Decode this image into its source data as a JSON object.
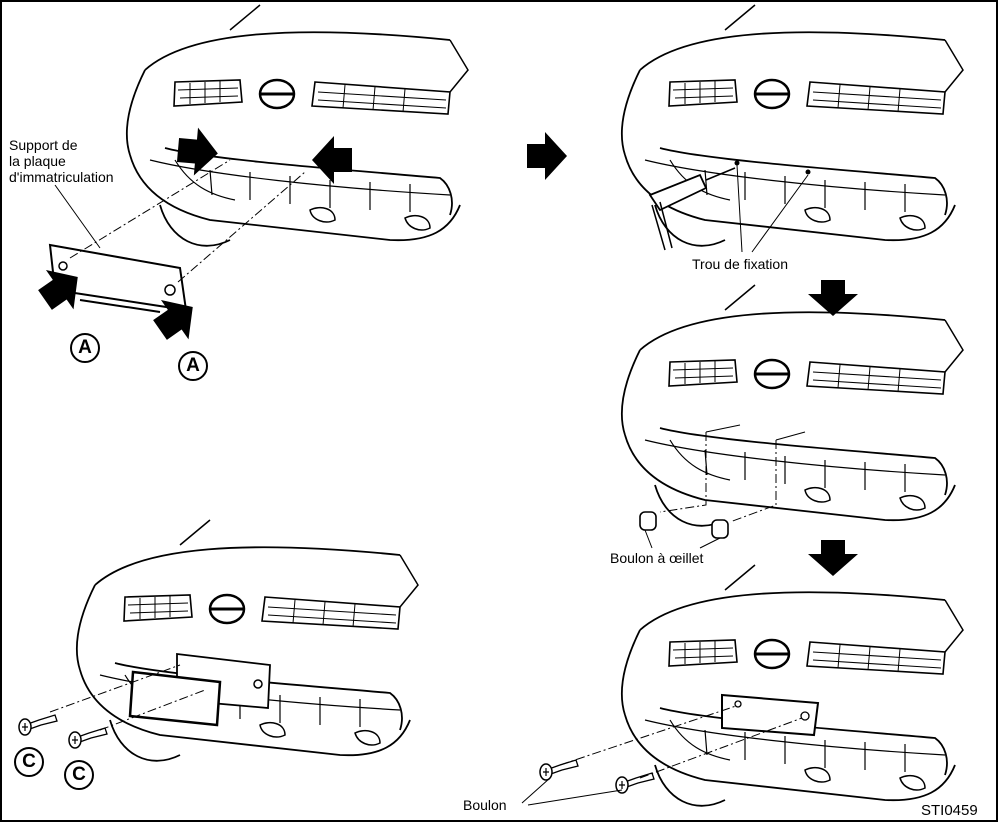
{
  "labels": {
    "support_line1": "Support de",
    "support_line2": "la plaque",
    "support_line3": "d'immatriculation",
    "trou": "Trou de fixation",
    "boulon_oeillet": "Boulon à œillet",
    "boulon": "Boulon",
    "code": "STI0459"
  },
  "callouts": {
    "a": "A",
    "c": "C"
  }
}
